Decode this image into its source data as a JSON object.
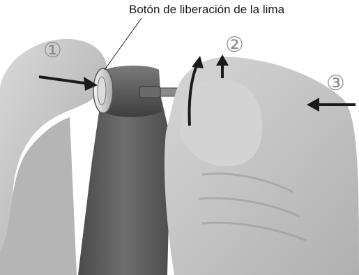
{
  "callout": {
    "label": "Botón de liberación de la lima"
  },
  "steps": [
    {
      "marker": "①"
    },
    {
      "marker": "②"
    },
    {
      "marker": "③"
    }
  ],
  "colors": {
    "skin_light": "#cfcfcf",
    "skin_mid": "#b8b8b8",
    "handpiece": "#5e5e5e",
    "arrow": "#1a1a1a",
    "marker": "#8c8c8c"
  }
}
